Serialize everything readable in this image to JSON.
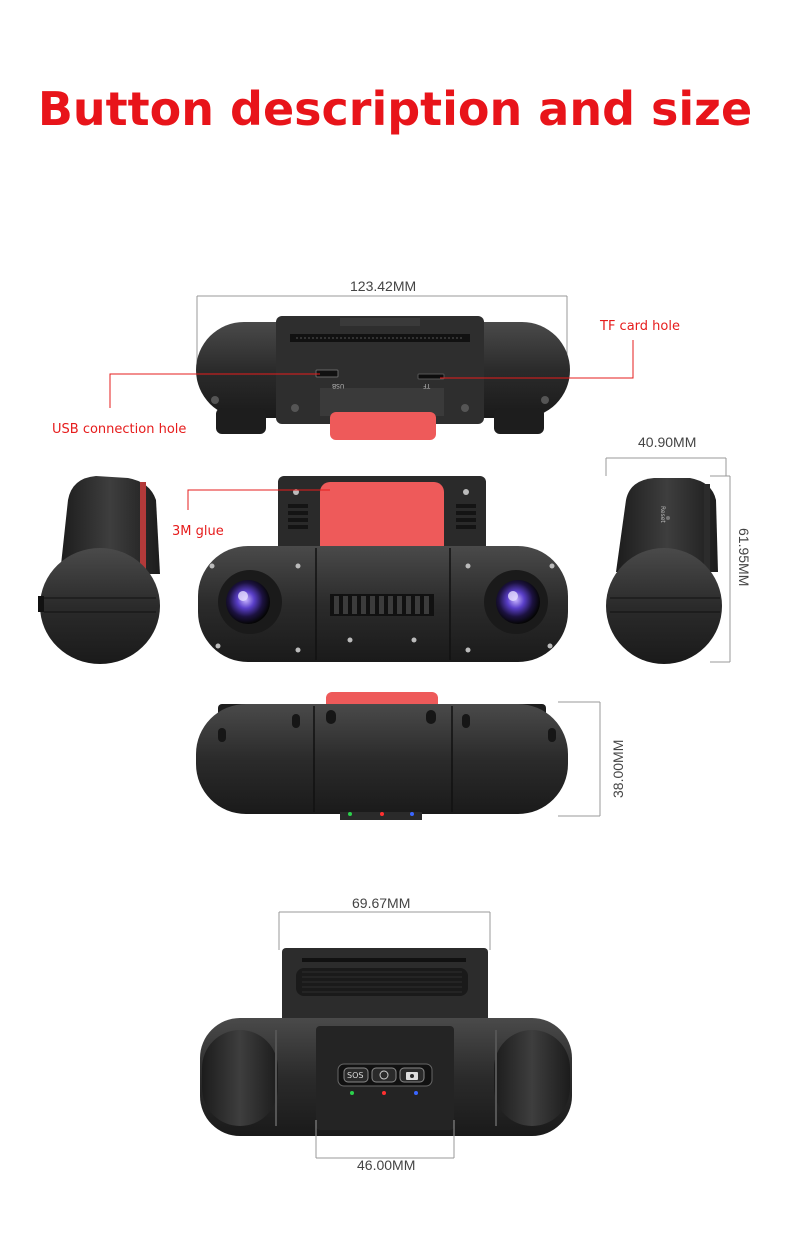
{
  "title": "Button description and size",
  "dimensions": {
    "width": "123.42MM",
    "depth": "40.90MM",
    "height": "61.95MM",
    "thickness": "38.00MM",
    "mount_width": "69.67MM",
    "panel_width": "46.00MM"
  },
  "callouts": {
    "tf_card": "TF card hole",
    "usb": "USB connection hole",
    "glue": "3M glue"
  },
  "port_labels": {
    "usb": "USB",
    "tf": "TF",
    "reset": "Reset"
  },
  "buttons": {
    "sos": "SOS"
  },
  "colors": {
    "title": "#e8141a",
    "callout": "#e61c1c",
    "glue_pad": "#ee5a5a",
    "body": "#2a2a2a"
  }
}
